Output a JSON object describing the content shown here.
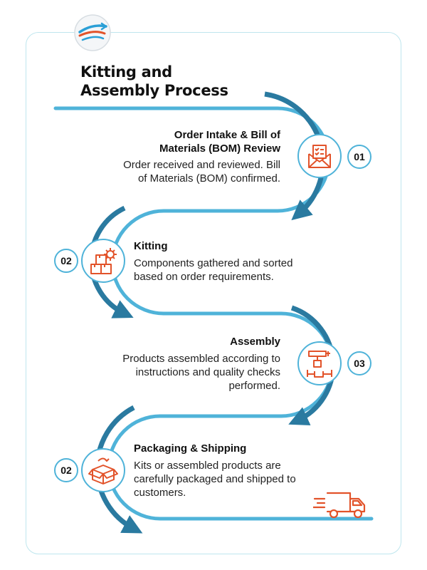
{
  "title_line1": "Kitting and",
  "title_line2": "Assembly Process",
  "colors": {
    "accent_blue": "#4fb3d9",
    "dark_blue": "#2a7aa0",
    "icon_orange": "#e2532a"
  },
  "steps": [
    {
      "number": "01",
      "title_line1": "Order Intake & Bill of",
      "title_line2": "Materials (BOM) Review",
      "desc_line1": "Order received and reviewed. Bill",
      "desc_line2": "of Materials (BOM) confirmed.",
      "icon": "envelope-checklist-icon"
    },
    {
      "number": "02",
      "title_line1": "Kitting",
      "desc_line1": "Components gathered and sorted",
      "desc_line2": "based on order requirements.",
      "icon": "boxes-gear-icon"
    },
    {
      "number": "03",
      "title_line1": "Assembly",
      "desc_line1": "Products assembled according to",
      "desc_line2": "instructions and quality checks",
      "desc_line3": "performed.",
      "icon": "assembly-line-icon"
    },
    {
      "number": "02",
      "title_line1": "Packaging & Shipping",
      "desc_line1": "Kits or assembled products are",
      "desc_line2": "carefully packaged and shipped to",
      "desc_line3": "customers.",
      "icon": "open-box-icon"
    }
  ]
}
